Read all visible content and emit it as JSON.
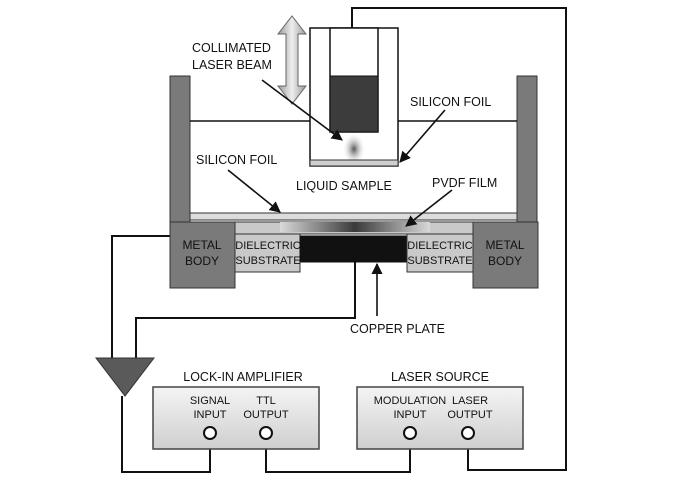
{
  "labels": {
    "collimated_line1": "COLLIMATED",
    "collimated_line2": "LASER BEAM",
    "silicon_foil_top": "SILICON FOIL",
    "silicon_foil_left": "SILICON FOIL",
    "liquid_sample": "LIQUID SAMPLE",
    "pvdf_film": "PVDF FILM",
    "metal_body_left_1": "METAL",
    "metal_body_left_2": "BODY",
    "metal_body_right_1": "METAL",
    "metal_body_right_2": "BODY",
    "dielectric_left_1": "DIELECTRIC",
    "dielectric_left_2": "SUBSTRATE",
    "dielectric_right_1": "DIELECTRIC",
    "dielectric_right_2": "SUBSTRATE",
    "copper_plate": "COPPER PLATE"
  },
  "lockin": {
    "title": "LOCK-IN AMPLIFIER",
    "port1_line1": "SIGNAL",
    "port1_line2": "INPUT",
    "port2_line1": "TTL",
    "port2_line2": "OUTPUT"
  },
  "laser_source": {
    "title": "LASER SOURCE",
    "port1_line1": "MODULATION",
    "port1_line2": "INPUT",
    "port2_line1": "LASER",
    "port2_line2": "OUTPUT"
  },
  "colors": {
    "metal_body": "#7a7a7a",
    "dielectric": "#c9c9c9",
    "copper_plate": "#111111",
    "wire": "#111111",
    "amplifier_triangle": "#5a5a5a"
  }
}
